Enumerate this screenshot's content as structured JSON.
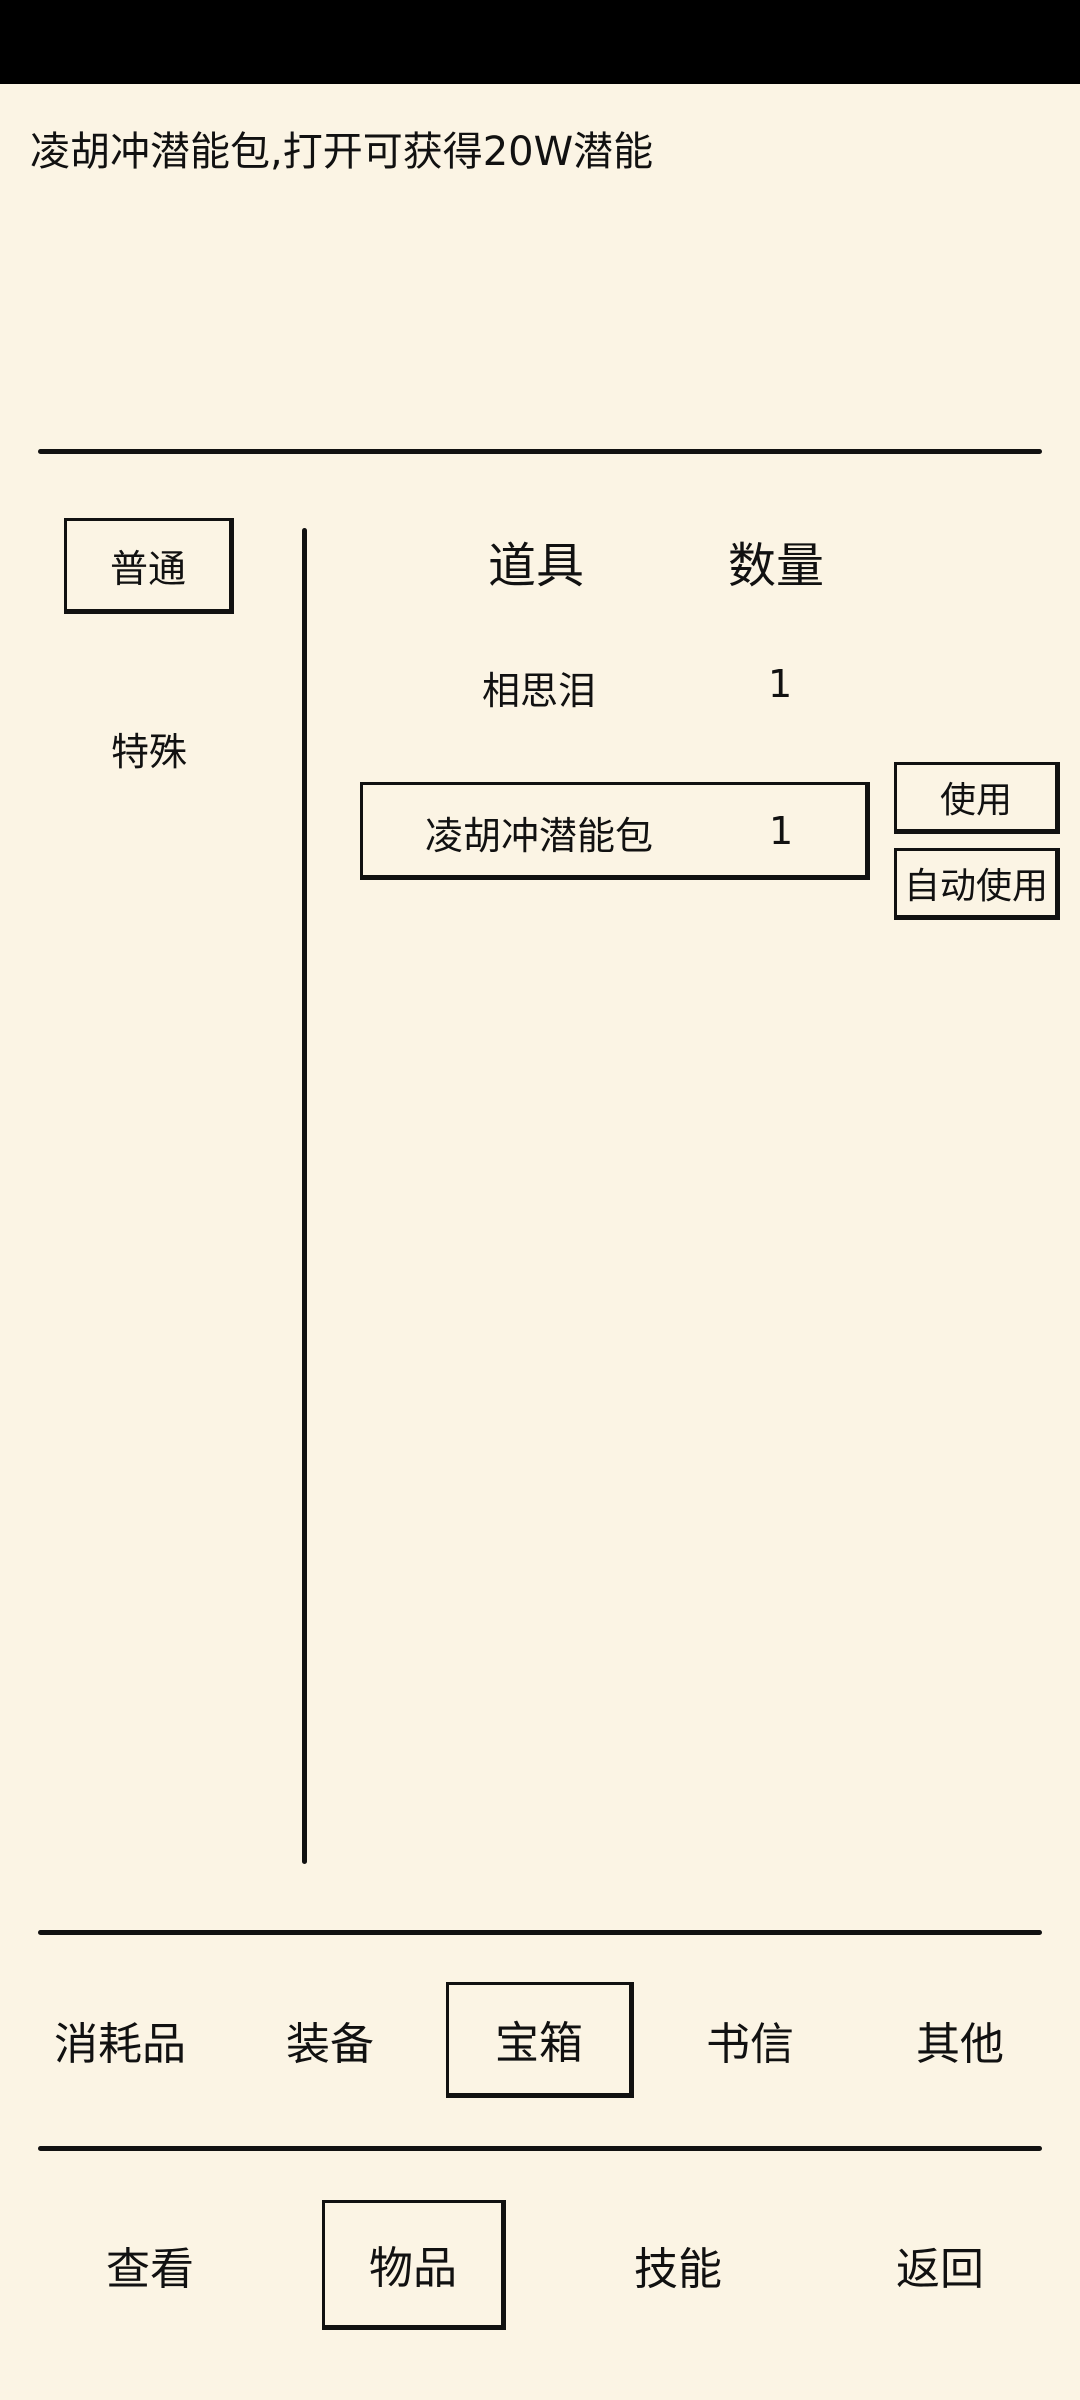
{
  "description": "凌胡冲潜能包,打开可获得20W潜能",
  "categories": {
    "normal": "普通",
    "special": "特殊"
  },
  "columns": {
    "item": "道具",
    "quantity": "数量"
  },
  "items": [
    {
      "name": "相思泪",
      "qty": "1"
    },
    {
      "name": "凌胡冲潜能包",
      "qty": "1"
    }
  ],
  "actions": {
    "use": "使用",
    "auto_use": "自动使用"
  },
  "tabs": [
    "消耗品",
    "装备",
    "宝箱",
    "书信",
    "其他"
  ],
  "selected_tab": "宝箱",
  "nav": [
    "查看",
    "物品",
    "技能",
    "返回"
  ],
  "selected_nav": "物品",
  "colors": {
    "background": "#FBF4E4",
    "ink": "#111111"
  }
}
